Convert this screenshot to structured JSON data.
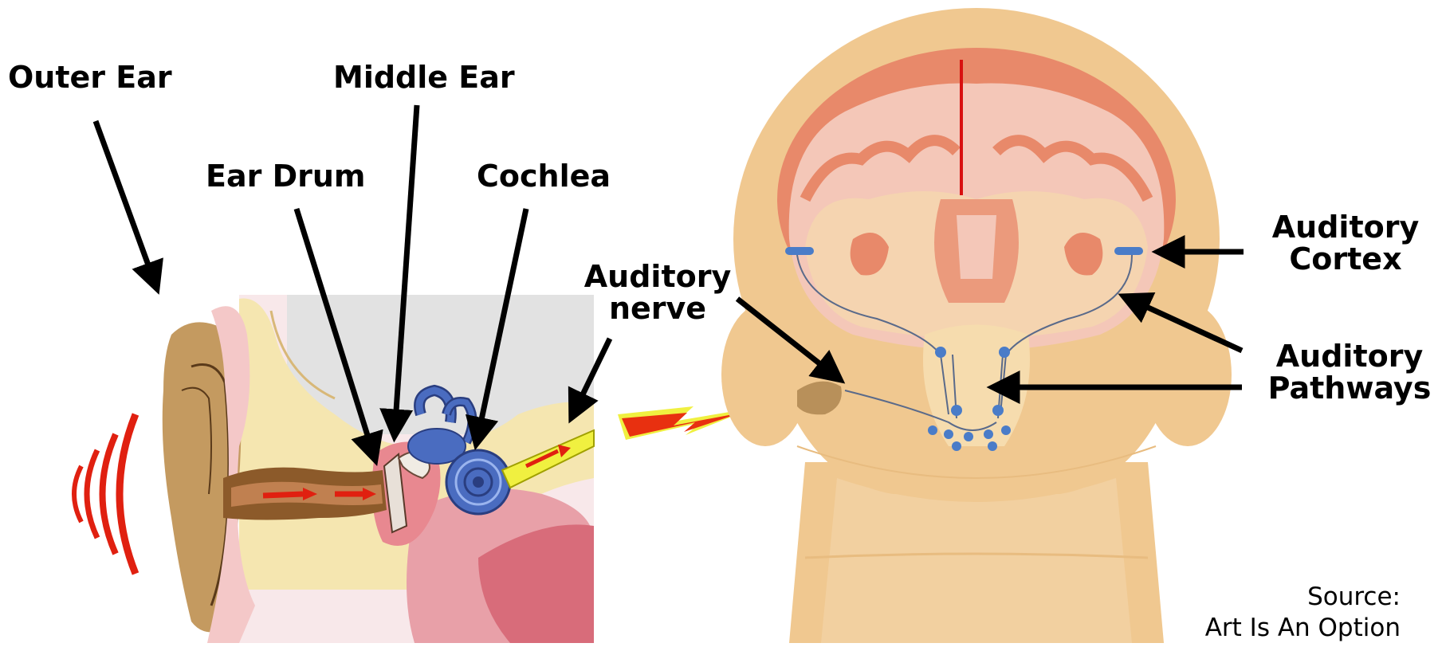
{
  "labels": {
    "outer_ear": "Outer Ear",
    "middle_ear": "Middle Ear",
    "ear_drum": "Ear Drum",
    "cochlea": "Cochlea",
    "auditory_nerve_line1": "Auditory",
    "auditory_nerve_line2": "nerve",
    "auditory_cortex_line1": "Auditory",
    "auditory_cortex_line2": "Cortex",
    "auditory_pathways_line1": "Auditory",
    "auditory_pathways_line2": "Pathways"
  },
  "source": {
    "line1": "Source:",
    "line2": "Art Is An Option"
  },
  "colors": {
    "skin": "#f0c890",
    "skin_light": "#f6dcae",
    "brain_outer": "#e8896a",
    "brain_inner": "#f4c7b8",
    "ear_canal": "#8c5a2a",
    "sound_wave": "#e02010",
    "cochlea": "#4a6cc0",
    "pathway_node": "#4a7cc8",
    "bone": "#f5e6b0",
    "tissue_pink": "#e8909a",
    "lightning": "#e83010",
    "lightning_glow": "#f0f040"
  }
}
